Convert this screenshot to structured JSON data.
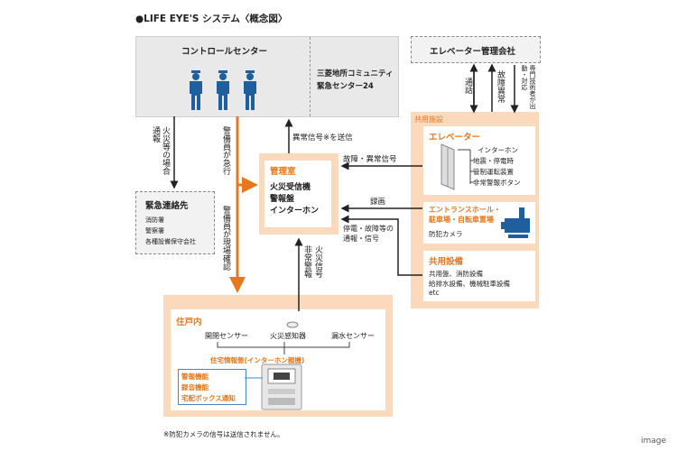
{
  "title": "●LIFE EYE'S システム〈概念図〉",
  "control_center": {
    "label": "コントロールセンター",
    "sub_line1": "三菱地所コミュニティ",
    "sub_line2": "緊急センター24"
  },
  "elevator_company": {
    "label": "エレベーター管理会社"
  },
  "emergency_contact": {
    "label": "緊急連絡先",
    "items": [
      "消防署",
      "警察署",
      "各種設備保守会社"
    ]
  },
  "management_room": {
    "label": "管理室",
    "line1": "火災受信機",
    "line2": "警報盤",
    "line3": "インターホン"
  },
  "shared_facility": {
    "label": "共用施設",
    "elevator": {
      "label": "エレベーター",
      "items": [
        "インターホン",
        "地震・停電時",
        "管制運転装置",
        "非常警報ボタン"
      ]
    },
    "entrance": {
      "label_line1": "エントランスホール・",
      "label_line2": "駐車場・自転車置場",
      "camera": "防犯カメラ"
    },
    "equipment": {
      "label": "共用設備",
      "items": [
        "共用盤、消防設備",
        "給排水設備、機械駐車設備",
        "etc"
      ]
    }
  },
  "dwelling": {
    "label": "住戸内",
    "sensors": [
      "開閉センサー",
      "火災感知器",
      "漏水センサー"
    ],
    "panel_label": "住宅情報盤(インターホン親機)",
    "functions": [
      "警報機能",
      "録音機能",
      "宅配ボックス通知"
    ]
  },
  "arrows": {
    "fire_report": "火災等の場合通報",
    "guard_rush": "警備員が急行",
    "guard_confirm": "警備員が現場確認",
    "abnormal_signal_send": "異常信号※を送信",
    "call": "通話",
    "fault_abnormal": "故障異常",
    "technician": "専門技術者が出動・対応",
    "fault_signal": "故障・異常信号",
    "recording": "録画",
    "outage_report": "停電・故障等の通報・信号",
    "emergency_alarm": "非常警報",
    "fire_signal": "火災信号"
  },
  "footnote": "※防犯カメラの信号は送信されません。",
  "watermark": "image",
  "colors": {
    "accent": "#e8781e",
    "peach": "#fbd9bd",
    "gray_box": "#e9e9e9",
    "guard": "#1f5f9e"
  }
}
